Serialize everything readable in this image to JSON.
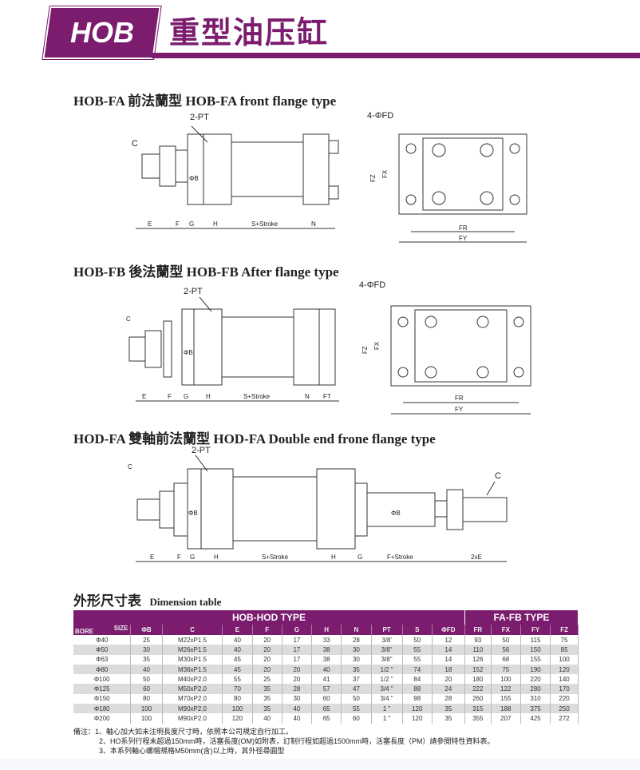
{
  "header": {
    "logo": "HOB",
    "title": "重型油压缸"
  },
  "sections": [
    {
      "title": "HOB-FA 前法蘭型  HOB-FA front flange type",
      "side_labels": {
        "pt": "2-PT",
        "c": "C",
        "b": "ΦB",
        "dims": [
          "E",
          "F",
          "G",
          "H",
          "S+Stroke",
          "N"
        ]
      },
      "front_labels": {
        "fd": "4-ΦFD",
        "fz": "FZ",
        "fx": "FX",
        "fr": "FR",
        "fy": "FY"
      }
    },
    {
      "title": "HOB-FB 後法蘭型  HOB-FB After flange type",
      "side_labels": {
        "pt": "2-PT",
        "c": "C",
        "b": "ΦB",
        "dims": [
          "E",
          "F",
          "G",
          "H",
          "S+Stroke",
          "N",
          "FT"
        ]
      },
      "front_labels": {
        "fd": "4-ΦFD",
        "fz": "FZ",
        "fx": "FX",
        "fr": "FR",
        "fy": "FY"
      }
    },
    {
      "title": "HOD-FA 雙軸前法蘭型  HOD-FA Double end frone flange type",
      "side_labels": {
        "pt": "2-PT",
        "c": "C",
        "c2": "C",
        "b": "ΦB",
        "b2": "ΦB",
        "dims": [
          "E",
          "F",
          "G",
          "H",
          "S+Stroke",
          "H",
          "G",
          "F+Stroke",
          "2xE"
        ]
      }
    }
  ],
  "table": {
    "title": "外形尺寸表",
    "title_en": "Dimension table",
    "group1": "HOB-HOD TYPE",
    "group2": "FA-FB TYPE",
    "size_label": "SIZE",
    "bore_label": "BORE",
    "columns": [
      "ΦB",
      "C",
      "E",
      "F",
      "G",
      "H",
      "N",
      "PT",
      "S",
      "ΦFD",
      "FR",
      "FX",
      "FY",
      "FZ"
    ],
    "rows": [
      [
        "Φ40",
        "25",
        "M22xP1.5",
        "40",
        "20",
        "17",
        "33",
        "28",
        "3/8'",
        "50",
        "12",
        "93",
        "50",
        "115",
        "75"
      ],
      [
        "Φ50",
        "30",
        "M26xP1.5",
        "40",
        "20",
        "17",
        "38",
        "30",
        "3/8\"",
        "55",
        "14",
        "110",
        "56",
        "150",
        "85"
      ],
      [
        "Φ63",
        "35",
        "M30xP1.5",
        "45",
        "20",
        "17",
        "38",
        "30",
        "3/8\"",
        "55",
        "14",
        "126",
        "68",
        "155",
        "100"
      ],
      [
        "Φ80",
        "40",
        "M36xP1.5",
        "45",
        "20",
        "20",
        "40",
        "35",
        "1/2 \"",
        "74",
        "18",
        "152",
        "75",
        "190",
        "120"
      ],
      [
        "Φ100",
        "50",
        "M40xP2.0",
        "55",
        "25",
        "20",
        "41",
        "37",
        "1/2 \"",
        "84",
        "20",
        "180",
        "100",
        "220",
        "140"
      ],
      [
        "Φ125",
        "60",
        "M50xP2.0",
        "70",
        "35",
        "28",
        "57",
        "47",
        "3/4 \"",
        "88",
        "24",
        "222",
        "122",
        "280",
        "170"
      ],
      [
        "Φ150",
        "80",
        "M70xP2.0",
        "80",
        "35",
        "30",
        "60",
        "50",
        "3/4 \"",
        "98",
        "28",
        "260",
        "155",
        "310",
        "220"
      ],
      [
        "Φ180",
        "100",
        "M90xP2.0",
        "100",
        "35",
        "40",
        "65",
        "55",
        "1 \"",
        "120",
        "35",
        "315",
        "188",
        "375",
        "250"
      ],
      [
        "Φ200",
        "100",
        "M90xP2.0",
        "120",
        "40",
        "40",
        "65",
        "60",
        "1 \"",
        "120",
        "35",
        "355",
        "207",
        "425",
        "272"
      ]
    ]
  },
  "notes": [
    "備注：1、軸心加大如未注明長度尺寸時，依照本公司規定自行加工。",
    "2、HO系列行程未超過150mm時，活塞長度(OM)如附表，訂制行程如超過1500mm時，活塞長度（PM）請參閲特性資料表。",
    "3、本系列軸心螺帽規格M50mm(含)以上時，其外徑尋圓型"
  ]
}
